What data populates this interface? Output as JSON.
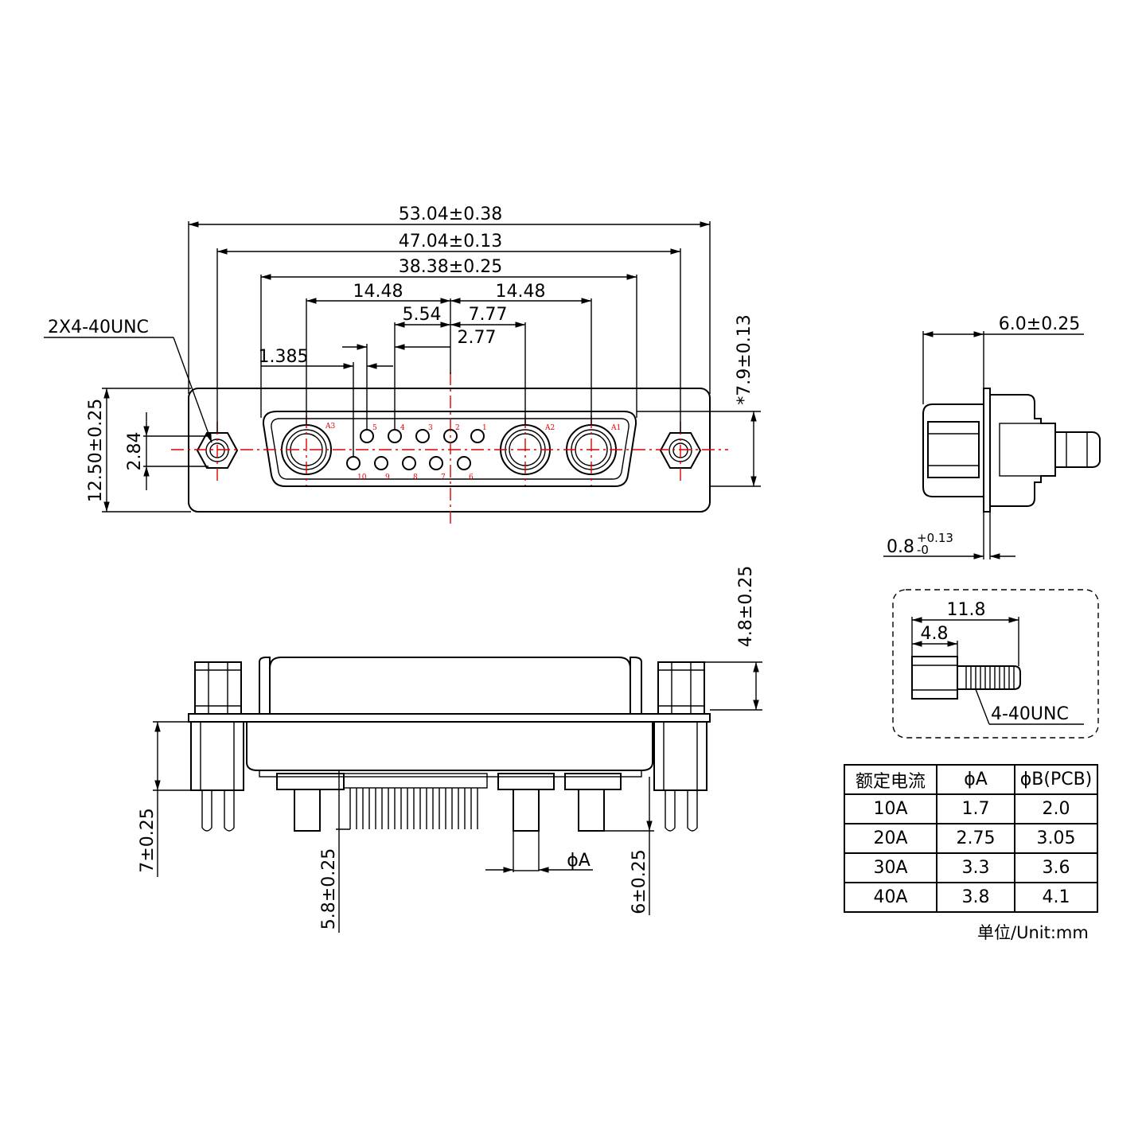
{
  "front_view": {
    "dims": {
      "overall": "53.04±0.38",
      "mount_pitch": "47.04±0.13",
      "shell": "38.38±0.25",
      "left_pitch": "14.48",
      "right_pitch": "14.48",
      "d554": "5.54",
      "d777": "7.77",
      "d277": "2.77",
      "d1385": "1.385",
      "height": "12.50±0.25",
      "d284": "2.84",
      "d79": "*7.9±0.13"
    },
    "thread_callout": "2X4-40UNC",
    "pin_labels_top": [
      "5",
      "4",
      "3",
      "2",
      "1"
    ],
    "pin_labels_bottom": [
      "10",
      "9",
      "8",
      "7",
      "6"
    ],
    "contact_labels": [
      "A3",
      "A2",
      "A1"
    ]
  },
  "bottom_view": {
    "dims": {
      "d48": "4.8±0.25",
      "d7": "7±0.25",
      "d58": "5.8±0.25",
      "d6": "6±0.25",
      "phi_a": "ϕA"
    }
  },
  "side_view": {
    "dims": {
      "d60": "6.0±0.25",
      "d08": "0.8",
      "d08_tol_upper": "+0.13",
      "d08_tol_lower": "-0"
    }
  },
  "screw_detail": {
    "dims": {
      "d118": "11.8",
      "d48": "4.8"
    },
    "thread": "4-40UNC"
  },
  "spec_table": {
    "headers": [
      "额定电流",
      "ϕA",
      "ϕB(PCB)"
    ],
    "rows": [
      [
        "10A",
        "1.7",
        "2.0"
      ],
      [
        "20A",
        "2.75",
        "3.05"
      ],
      [
        "30A",
        "3.3",
        "3.6"
      ],
      [
        "40A",
        "3.8",
        "4.1"
      ]
    ]
  },
  "unit_label": "单位/Unit:mm"
}
